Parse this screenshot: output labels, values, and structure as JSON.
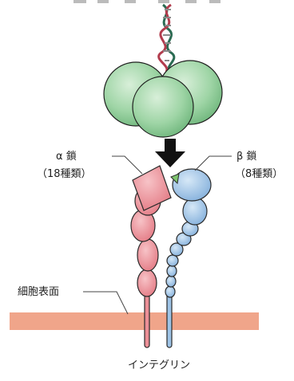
{
  "labels": {
    "alpha_name": "α 鎖",
    "alpha_count": "（18種類）",
    "beta_name": "β 鎖",
    "beta_count": "（8種類）",
    "membrane": "細胞表面",
    "caption": "インテグリン"
  },
  "colors": {
    "ligand_green": "#8fcf9a",
    "alpha_pink": "#ec8f97",
    "beta_blue": "#9ec3e6",
    "membrane_band": "#f0a58a",
    "arrow": "#111111"
  }
}
